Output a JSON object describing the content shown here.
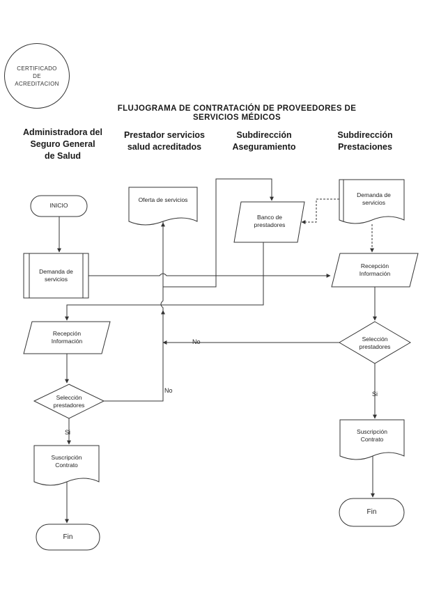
{
  "seal": {
    "text": "CERTIFICADO\nDE\nACREDITACION"
  },
  "title": "FLUJOGRAMA DE CONTRATACIÓN DE PROVEEDORES DE\nSERVICIOS MÉDICOS",
  "lanes": [
    "Administradora del\nSeguro General\nde Salud",
    "Prestador servicios\nsalud acreditados",
    "Subdirección\nAseguramiento",
    "Subdirección\nPrestaciones"
  ],
  "nodes": {
    "inicio": "INICIO",
    "demanda_admin": "Demanda de\nservicios",
    "recepcion_admin": "Recepción\nInformación",
    "seleccion_admin": "Selección\nprestadores",
    "suscripcion_admin": "Suscripción\nContrato",
    "fin_admin": "Fin",
    "oferta": "Oferta de servicios",
    "banco": "Banco de\nprestadores",
    "demanda_prest": "Demanda de\nservicios",
    "recepcion_prest": "Recepción\nInformación",
    "seleccion_prest": "Selección\nprestadores",
    "suscripcion_prest": "Suscripción\nContrato",
    "fin_prest": "Fin"
  },
  "edge_labels": {
    "si": "Si",
    "no": "No"
  }
}
